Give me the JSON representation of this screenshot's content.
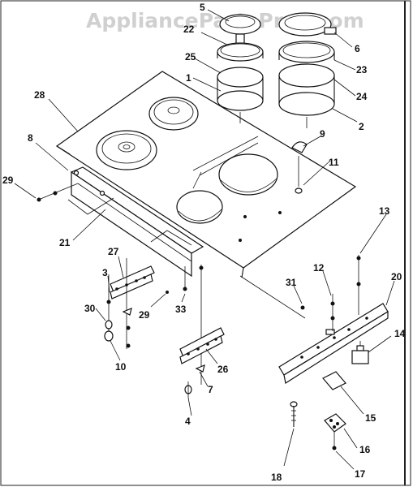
{
  "watermark": "AppliancePartsPros.com",
  "callouts": [
    {
      "id": "c1",
      "label": "1"
    },
    {
      "id": "c2",
      "label": "2"
    },
    {
      "id": "c3",
      "label": "3"
    },
    {
      "id": "c4",
      "label": "4"
    },
    {
      "id": "c5",
      "label": "5"
    },
    {
      "id": "c6",
      "label": "6"
    },
    {
      "id": "c7",
      "label": "7"
    },
    {
      "id": "c8",
      "label": "8"
    },
    {
      "id": "c9",
      "label": "9"
    },
    {
      "id": "c10",
      "label": "10"
    },
    {
      "id": "c11",
      "label": "11"
    },
    {
      "id": "c12",
      "label": "12"
    },
    {
      "id": "c13",
      "label": "13"
    },
    {
      "id": "c14",
      "label": "14"
    },
    {
      "id": "c15",
      "label": "15"
    },
    {
      "id": "c16",
      "label": "16"
    },
    {
      "id": "c17",
      "label": "17"
    },
    {
      "id": "c18",
      "label": "18"
    },
    {
      "id": "c20",
      "label": "20"
    },
    {
      "id": "c21",
      "label": "21"
    },
    {
      "id": "c22",
      "label": "22"
    },
    {
      "id": "c23",
      "label": "23"
    },
    {
      "id": "c24",
      "label": "24"
    },
    {
      "id": "c25",
      "label": "25"
    },
    {
      "id": "c26",
      "label": "26"
    },
    {
      "id": "c27",
      "label": "27"
    },
    {
      "id": "c28",
      "label": "28"
    },
    {
      "id": "c29a",
      "label": "29"
    },
    {
      "id": "c29b",
      "label": "29"
    },
    {
      "id": "c30",
      "label": "30"
    },
    {
      "id": "c31",
      "label": "31"
    },
    {
      "id": "c33",
      "label": "33"
    }
  ]
}
